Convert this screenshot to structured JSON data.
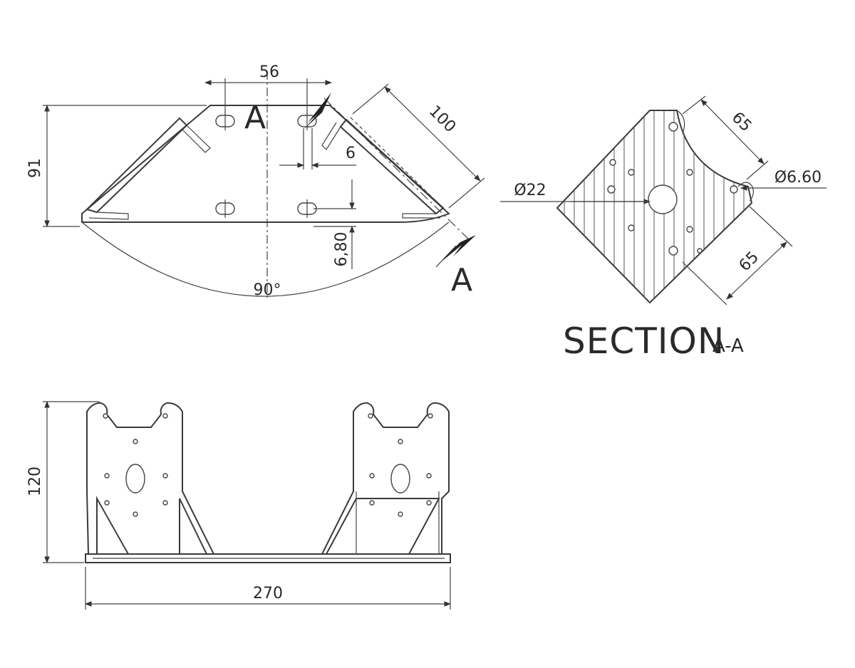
{
  "dimensions": {
    "top_width": "56",
    "depth": "91",
    "edge_length": "100",
    "slot_width": "6",
    "plate_thickness": "6,80",
    "angle": "90°",
    "section_edge_1": "65",
    "section_edge_2": "65",
    "hole_large": "Ø22",
    "hole_small": "Ø6.60",
    "height": "120",
    "overall_width": "270"
  },
  "section_markers": {
    "cut_top": "A",
    "cut_bottom": "A"
  },
  "section_title": {
    "main": "SECTION",
    "suffix": "A-A"
  }
}
